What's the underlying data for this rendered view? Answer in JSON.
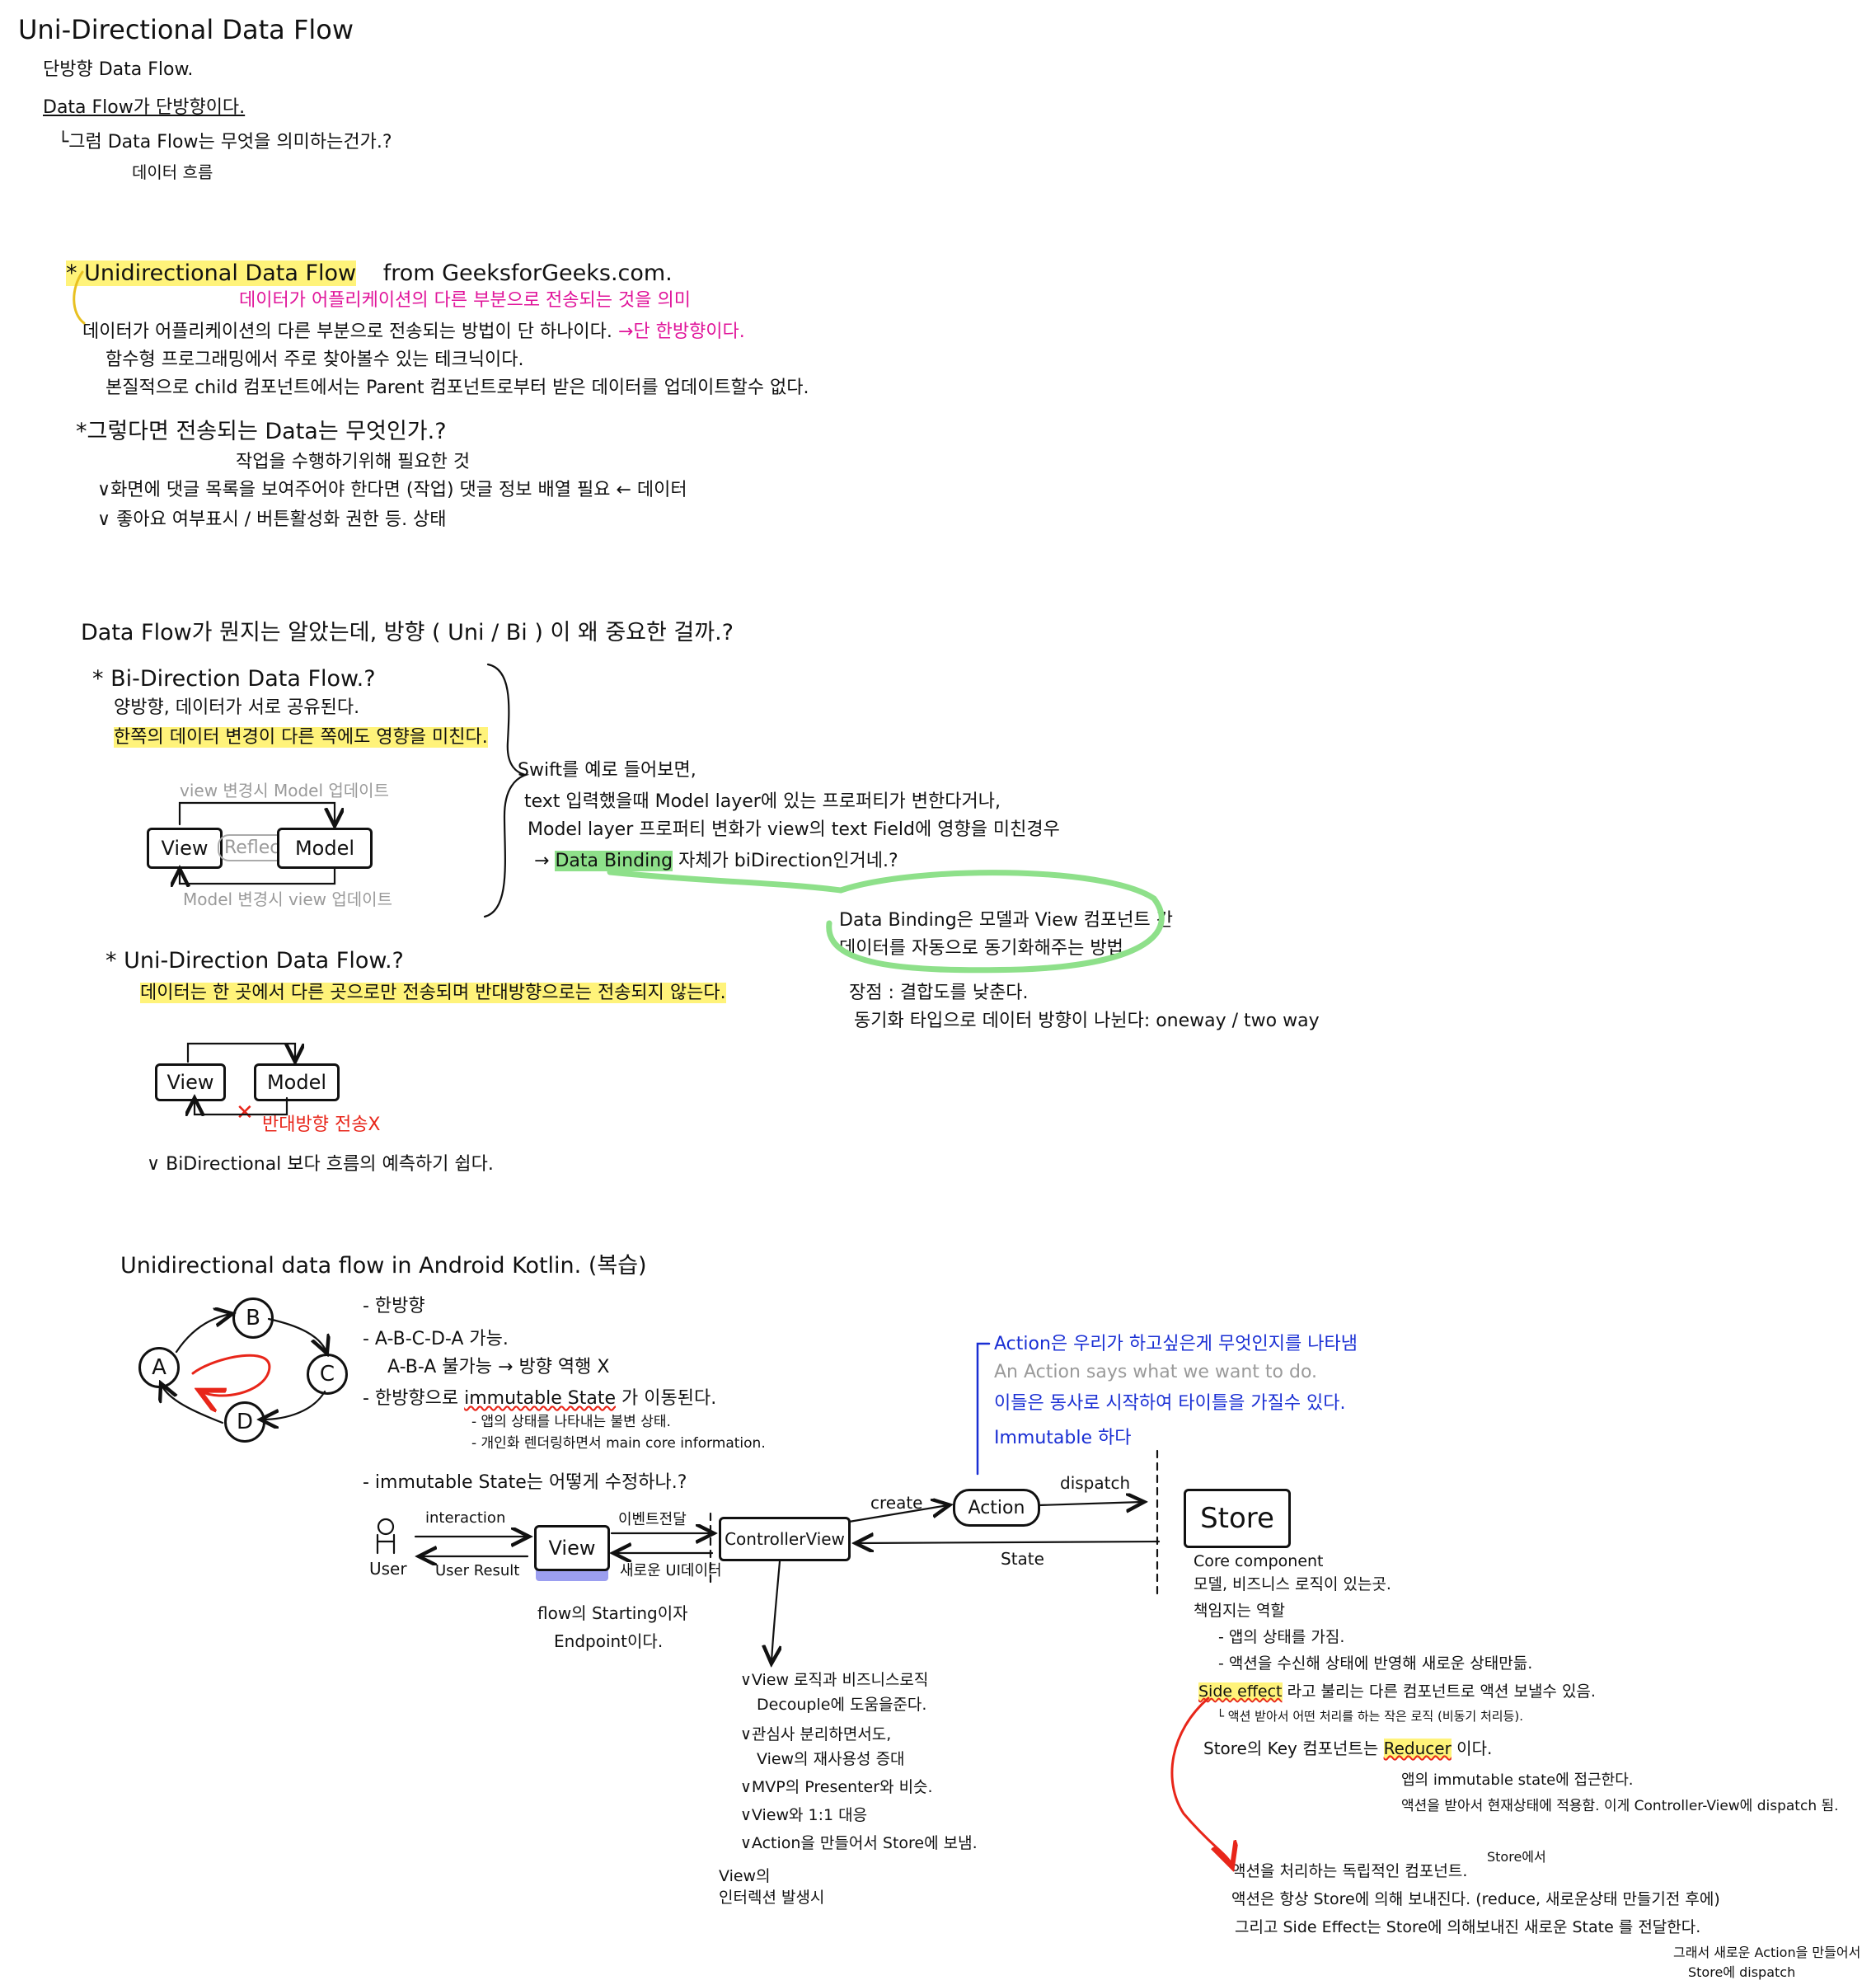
{
  "header": {
    "title": "Uni-Directional Data Flow",
    "lines": [
      "단방향 Data Flow.",
      "Data Flow가 단방향이다.",
      "└그럼 Data Flow는 무엇을 의미하는건가.?",
      "데이터 흐름"
    ]
  },
  "geeks": {
    "heading": "* Unidirectional Data Flow",
    "source": "from GeeksforGeeks.com.",
    "def_pink": "데이터가 어플리케이션의 다른 부분으로 전송되는 것을 의미",
    "line1": "데이터가 어플리케이션의 다른 부분으로 전송되는 방법이 단 하나이다.",
    "line1_pink": "→단 한방향이다.",
    "line2": "함수형 프로그래밍에서 주로 찾아볼수 있는 테크닉이다.",
    "line3": "본질적으로 child 컴포넌트에서는 Parent 컴포넌트로부터 받은 데이터를 업데이트할수 없다.",
    "q": "*그렇다면 전송되는 Data는 무엇인가.?",
    "q_sub": "작업을 수행하기위해 필요한 것",
    "bullet1": "∨화면에 댓글 목록을 보여주어야 한다면 (작업)  댓글 정보 배열 필요 ← 데이터",
    "bullet2": "∨ 좋아요 여부표시 / 버튼활성화 권한 등. 상태"
  },
  "direction": {
    "heading": "Data Flow가 뭔지는 알았는데, 방향 ( Uni / Bi ) 이 왜 중요한 걸까.?",
    "bi_title": "* Bi-Direction Data Flow.?",
    "bi_l1": "양방향, 데이터가 서로 공유된다.",
    "bi_l2": "한쪽의 데이터 변경이 다른 쪽에도 영향을 미친다.",
    "bi_top": "view 변경시 Model 업데이트",
    "bi_view": "View",
    "bi_mid": "Reflect",
    "bi_model": "Model",
    "bi_bottom": "Model 변경시 view 업데이트",
    "swift_l1": "Swift를 예로 들어보면,",
    "swift_l2": "text 입력했을때 Model layer에 있는 프로퍼티가 변한다거나,",
    "swift_l3": "Model layer 프로퍼티 변화가 view의 text Field에 영향을 미친경우",
    "swift_l4_pre": "→",
    "swift_l4_hl": "Data Binding",
    "swift_l4_post": "자체가 biDirection인거네.?",
    "bubble_l1": "Data Binding은 모델과 View 컴포넌트 간",
    "bubble_l2": "데이터를 자동으로 동기화해주는 방법",
    "pro": "장점 : 결합도를 낮춘다.",
    "pro2": "동기화 타입으로 데이터 방향이 나뉜다: oneway / two way",
    "uni_title": "* Uni-Direction Data Flow.?",
    "uni_l1": "데이터는 한 곳에서 다른 곳으로만 전송되며 반대방향으로는 전송되지 않는다.",
    "uni_view": "View",
    "uni_model": "Model",
    "uni_x": "✕",
    "uni_red": "반대방향 전송X",
    "uni_note": "∨ BiDirectional 보다 흐름의 예측하기 쉽다."
  },
  "android": {
    "heading": "Unidirectional data flow in Android Kotlin. (복습)",
    "nodes": [
      "A",
      "B",
      "C",
      "D"
    ],
    "b1": "- 한방향",
    "b2": "- A-B-C-D-A 가능.",
    "b3": "A-B-A 불가능 → 방향 역행 X",
    "b4_pre": "- 한방향으로",
    "b4_hl": "immutable State",
    "b4_post": "가 이동된다.",
    "b4_s1": "- 앱의 상태를 나타내는 불변 상태.",
    "b4_s2": "- 개인화 렌더링하면서 main core information.",
    "b5": "- immutable State는 어떻게 수정하나.?",
    "action_l1": "Action은 우리가 하고싶은게 무엇인지를 나타냄",
    "action_l2": "An Action says what we want to do.",
    "action_l3": "이들은 동사로 시작하여 타이틀을 가질수 있다.",
    "action_l4": "Immutable 하다",
    "user": "User",
    "interaction": "interaction",
    "user_result": "User Result",
    "view": "View",
    "view_note1": "flow의 Starting이자",
    "view_note2": "Endpoint이다.",
    "to_cv": "이벤트전달",
    "from_cv": "새로운 UI데이터",
    "controller_view": "ControllerView",
    "create": "create",
    "action": "Action",
    "dispatch": "dispatch",
    "state": "State",
    "store": "Store",
    "cv_notes": [
      "∨View 로직과 비즈니스로직",
      "Decouple에 도움을준다.",
      "∨관심사 분리하면서도,",
      "View의 재사용성 증대",
      "∨MVP의 Presenter와 비슷.",
      "∨View와 1:1 대응",
      "∨Action을 만들어서 Store에 보냄."
    ],
    "cv_foot1": "View의",
    "cv_foot2": "인터렉션 발생시",
    "store_l1": "Core component",
    "store_l2": "모델, 비즈니스 로직이 있는곳.",
    "store_l3": "책임지는 역할",
    "store_l4": "- 앱의 상태를 가짐.",
    "store_l5": "- 액션을 수신해 상태에 반영해 새로운 상태만듦.",
    "store_l6_hl": "Side effect",
    "store_l6_post": "라고 불리는 다른 컴포넌트로 액션 보낼수 있음.",
    "store_l7": "└ 액션 받아서 어떤 처리를 하는 작은 로직 (비동기 처리등).",
    "store_key_pre": "Store의 Key 컴포넌트는",
    "store_key_hl": "Reducer",
    "store_key_post": "이다.",
    "reducer_l1": "앱의 immutable state에 접근한다.",
    "reducer_l2": "액션을 받아서 현재상태에 적용함. 이게 Controller-View에 dispatch 됨.",
    "bottom_l1": "액션을 처리하는 독립적인 컴포넌트.",
    "bottom_tag": "Store에서",
    "bottom_l2": "액션은 항상 Store에 의해 보내진다. (reduce, 새로운상태 만들기전 후에)",
    "bottom_l3": "그리고 Side Effect는 Store에 의해보내진 새로운 State 를 전달한다.",
    "bottom_r1": "그래서 새로운 Action을 만들어서",
    "bottom_r2": "Store에 dispatch"
  }
}
